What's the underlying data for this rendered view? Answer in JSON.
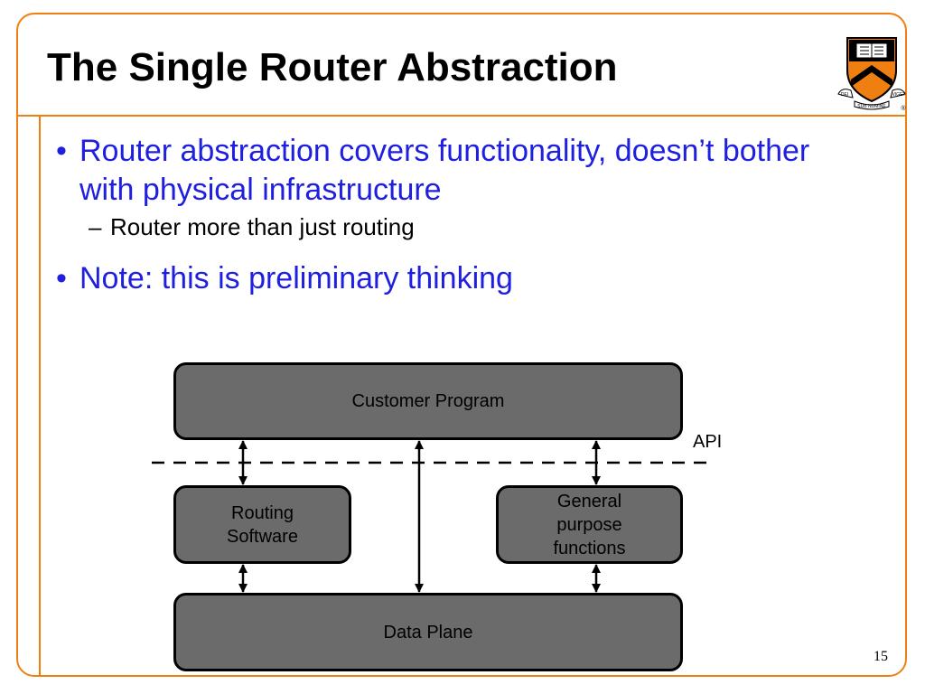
{
  "slide": {
    "title": "The Single Router Abstraction",
    "bullets": [
      {
        "text": "Router abstraction covers functionality, doesn’t bother with physical infrastructure",
        "sub": "Router more than just routing"
      },
      {
        "text": "Note: this is preliminary thinking"
      }
    ],
    "page_number": "15"
  },
  "logo": {
    "icon": "princeton-shield-icon",
    "motto_left": "DEI",
    "motto_center": "SUB NUMINE",
    "motto_right": "VIGET",
    "mark": "®",
    "colors": {
      "orange": "#f07f12",
      "black": "#000000"
    }
  },
  "diagram": {
    "customer_program": "Customer Program",
    "api_label": "API",
    "routing_software": "Routing Software",
    "general_purpose": "General purpose functions",
    "data_plane": "Data Plane",
    "box_fill": "#6b6b6b"
  },
  "colors": {
    "accent": "#f07f12",
    "bullet_text": "#1f1fe0"
  }
}
